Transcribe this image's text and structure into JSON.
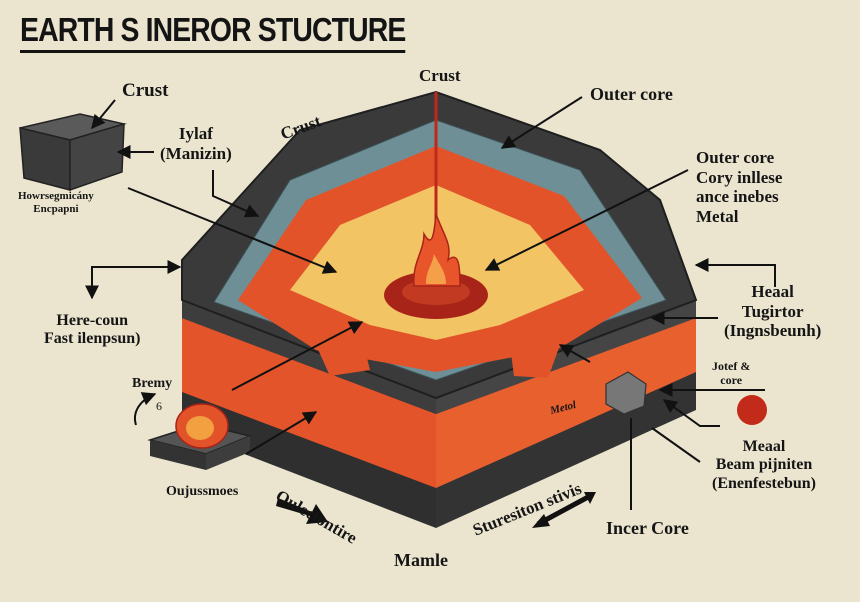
{
  "title": "EARTH S INEROR STUCTURE",
  "colors": {
    "background": "#ebe5d0",
    "crust": "#3a3a3a",
    "mantle_blue": "#6e8f96",
    "outer_core": "#e2532a",
    "inner_core": "#f2c464",
    "center": "#a82418"
  },
  "labels": {
    "crust_top_left": "Crust",
    "crust_top_center": "Crust",
    "crust_slanted": "Crust",
    "outer_core_top": "Outer core",
    "iylaf": [
      "Iylaf",
      "(Manizin)"
    ],
    "rock_caption": [
      "Howrsegmicány",
      "Encpapni"
    ],
    "outer_core_desc": [
      "Outer core",
      "Cory inllese",
      "ance inebes",
      "Metal"
    ],
    "here_coun": [
      "Here-coun",
      "Fast ilenpsun)"
    ],
    "heaal": [
      "Heaal",
      "Tugirtor",
      "(Ingnsbeunh)"
    ],
    "bremy": "Bremy",
    "bremy_number": "6",
    "jotef": [
      "Jotef &",
      "core"
    ],
    "metol": "Metol",
    "meaal": [
      "Meaal",
      "Beam pijniten",
      "(Enenfestebun)"
    ],
    "oujussmoes": "Oujussmoes",
    "ouleclontire": "Ouleclontire",
    "sturesiton": "Sturesiton stivis",
    "incer_core": "Incer Core",
    "mamle": "Mamle"
  }
}
